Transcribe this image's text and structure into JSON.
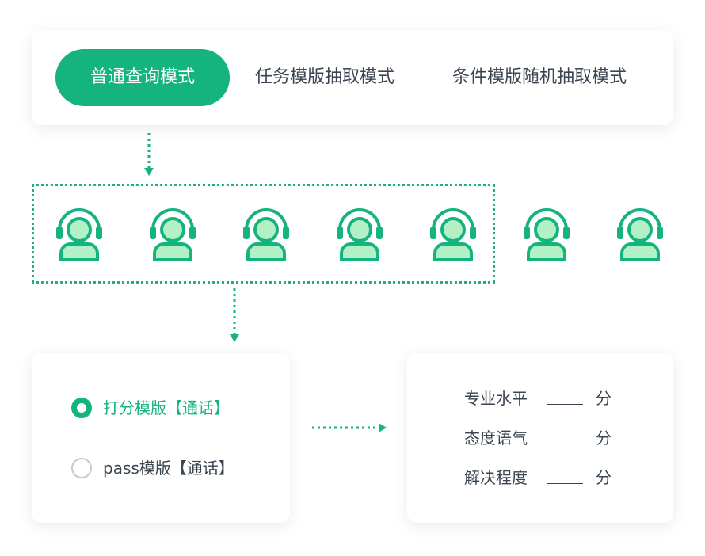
{
  "modes": {
    "tabs": [
      {
        "label": "普通查询模式",
        "active": true
      },
      {
        "label": "任务模版抽取模式",
        "active": false
      },
      {
        "label": "条件模版随机抽取模式",
        "active": false
      }
    ]
  },
  "agents": {
    "count": 7,
    "selected_count": 5,
    "icon": "headset-agent-icon"
  },
  "templates": {
    "options": [
      {
        "label": "打分模版【通话】",
        "selected": true
      },
      {
        "label": "pass模版【通话】",
        "selected": false
      }
    ]
  },
  "scores": {
    "unit": "分",
    "items": [
      "专业水平",
      "态度语气",
      "解决程度"
    ]
  },
  "colors": {
    "accent": "#15b37e",
    "agent_fill": "#b4f0c6",
    "agent_stroke": "#15b37e",
    "text": "#3b4552"
  }
}
